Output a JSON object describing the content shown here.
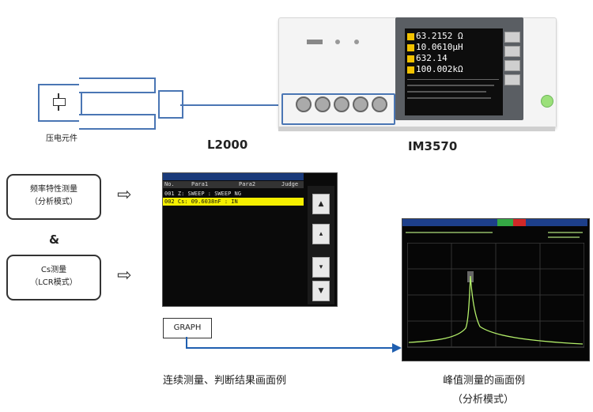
{
  "fixture": {
    "caption": "压电元件"
  },
  "probe_label": "L2000",
  "instrument": {
    "model": "IM3570",
    "screen_lines": [
      "63.2152 Ω",
      "10.0610μH",
      "632.14",
      "100.002kΩ"
    ]
  },
  "left_boxes": [
    {
      "line1": "频率特性测量",
      "line2": "（分析模式）"
    },
    {
      "line1": "Cs测量",
      "line2": "（LCR模式）"
    }
  ],
  "ampersand": "&",
  "middle_screen": {
    "columns": [
      "No.",
      "Para1",
      "Para2",
      "Judge"
    ],
    "rows": [
      {
        "text": "001 Z:  SWEEP   :   SWEEP   NG",
        "highlight": false
      },
      {
        "text": "002 Cs: 09.6038nF  :        IN",
        "highlight": true
      }
    ]
  },
  "graph_button": "GRAPH",
  "middle_caption": "连续测量、判断结果画面例",
  "right_caption_line1": "峰值测量的画面例",
  "right_caption_line2": "（分析模式）",
  "colors": {
    "fixture_blue": "#4a76b4",
    "arrow_blue": "#1f5fb0",
    "highlight_yellow": "#f5ef00",
    "curve_green": "#b4f06a"
  }
}
